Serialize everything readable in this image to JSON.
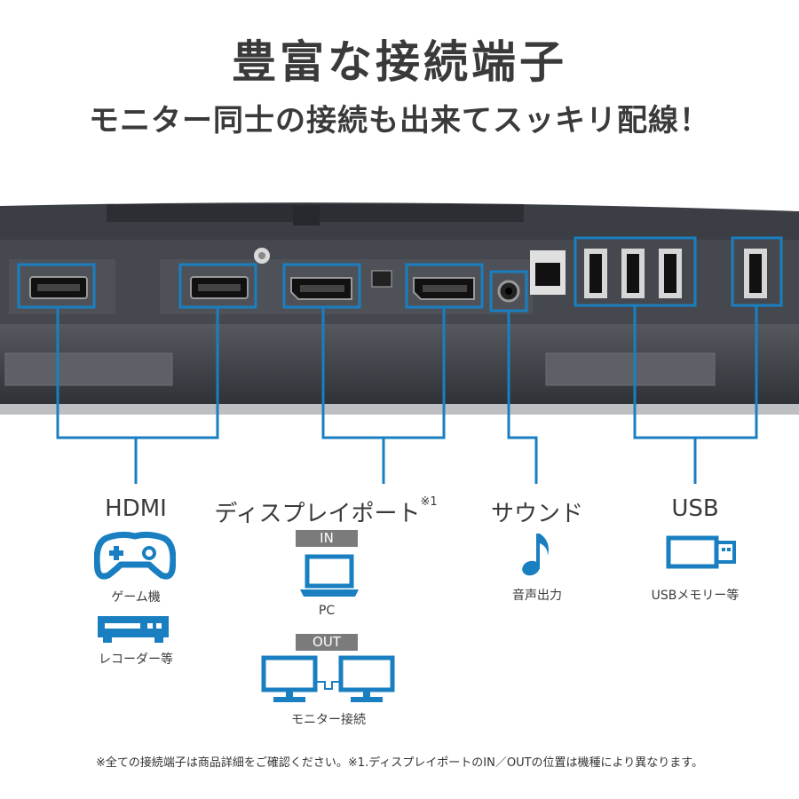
{
  "header": {
    "title": "豊富な接続端子",
    "subtitle": "モニター同士の接続も出来てスッキリ配線！"
  },
  "ports": {
    "hdmi": {
      "label": "HDMI",
      "uses": [
        "ゲーム機",
        "レコーダー等"
      ],
      "icons": [
        "gamepad-icon",
        "recorder-icon"
      ]
    },
    "displayport": {
      "label": "ディスプレイポート",
      "note_mark": "※1",
      "in_tag": "IN",
      "in_use": "PC",
      "out_tag": "OUT",
      "out_use": "モニター接続",
      "icons": [
        "laptop-icon",
        "dual-monitor-icon"
      ]
    },
    "sound": {
      "label": "サウンド",
      "use": "音声出力",
      "icon": "music-note-icon"
    },
    "usb": {
      "label": "USB",
      "use": "USBメモリー等",
      "icon": "usb-stick-icon"
    }
  },
  "footnote": "※全ての接続端子は商品詳細をご確認ください。※1.ディスプレイポートのIN／OUTの位置は機種により異なります。",
  "colors": {
    "accent_blue": "#1a7fc1",
    "panel_dark": "#3f4349",
    "tag_gray": "#7b7b7b"
  }
}
